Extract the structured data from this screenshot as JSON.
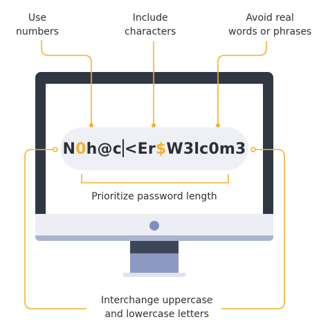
{
  "labels": {
    "use_numbers": [
      "Use",
      "numbers"
    ],
    "include_characters": [
      "Include",
      "characters"
    ],
    "avoid_real": [
      "Avoid real",
      "words or phrases"
    ],
    "length": "Prioritize password length",
    "interchange": [
      "Interchange uppercase",
      "and lowercase letters"
    ]
  },
  "password": {
    "parts": [
      {
        "text": "N",
        "highlight": false
      },
      {
        "text": "0",
        "highlight": true
      },
      {
        "text": "h@c",
        "highlight": false
      },
      {
        "text": "|",
        "cursor": true
      },
      {
        "text": "<Er",
        "highlight": false
      },
      {
        "text": "$",
        "highlight": true
      },
      {
        "text": "W3lc0m3",
        "highlight": false
      }
    ]
  },
  "colors": {
    "accent": "#f4b227",
    "monitor_frame": "#2f3742",
    "bezel": "#eceef3",
    "stand": "#8c9ac2",
    "text": "#2b2f36",
    "pill": "#eef0f5"
  }
}
